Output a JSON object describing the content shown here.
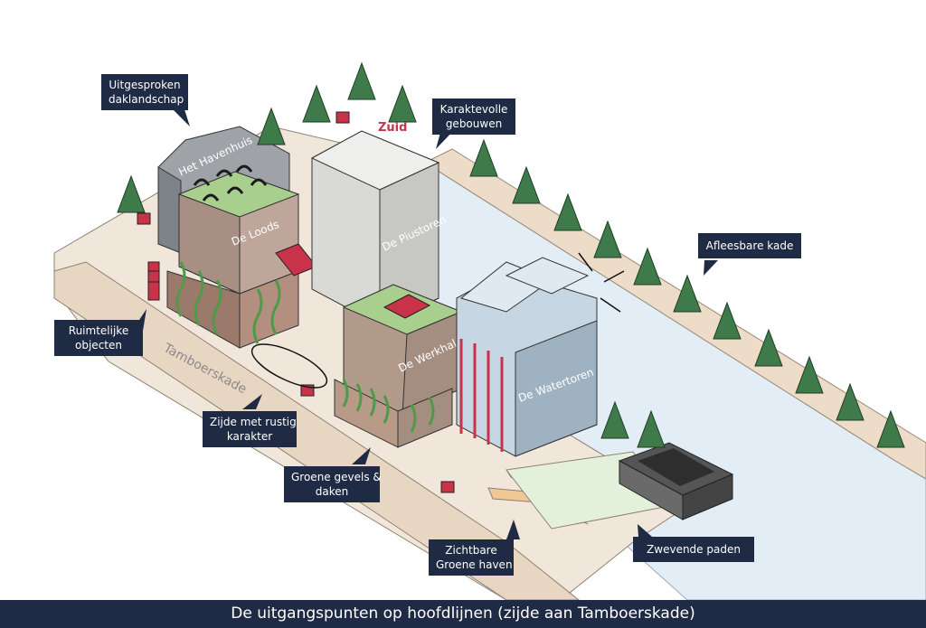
{
  "buildings": {
    "havenhuis": "Het Havenhuis",
    "loods": "De Loods",
    "piustoren": "De Piustoren",
    "werkhal": "De Werkhal",
    "watertoren": "De Watertoren"
  },
  "sign_text": "Zuid",
  "street_label": "Tamboerskade",
  "callouts": {
    "daklandschap": [
      "Uitgesproken",
      "daklandschap"
    ],
    "karaktervolle": [
      "Karaktevolle",
      "gebouwen"
    ],
    "afleesbare": [
      "Afleesbare kade"
    ],
    "ruimtelijke": [
      "Ruimtelijke",
      "objecten"
    ],
    "rustig": [
      "Zijde met rustig",
      "karakter"
    ],
    "groene_gevels": [
      "Groene gevels &",
      "daken"
    ],
    "groene_haven": [
      "Zichtbare",
      "Groene haven"
    ],
    "zwevende": [
      "Zwevende paden"
    ]
  },
  "footer_title": "De uitgangspunten op hoofdlijnen (zijde aan Tamboerskade)",
  "colors": {
    "navy": "#1f2a44",
    "water": "#e3edf6",
    "quay": "#ecdcc8",
    "green_roof": "#9fc48a",
    "brick_red": "#c8334a",
    "tree": "#3f7a4a"
  }
}
